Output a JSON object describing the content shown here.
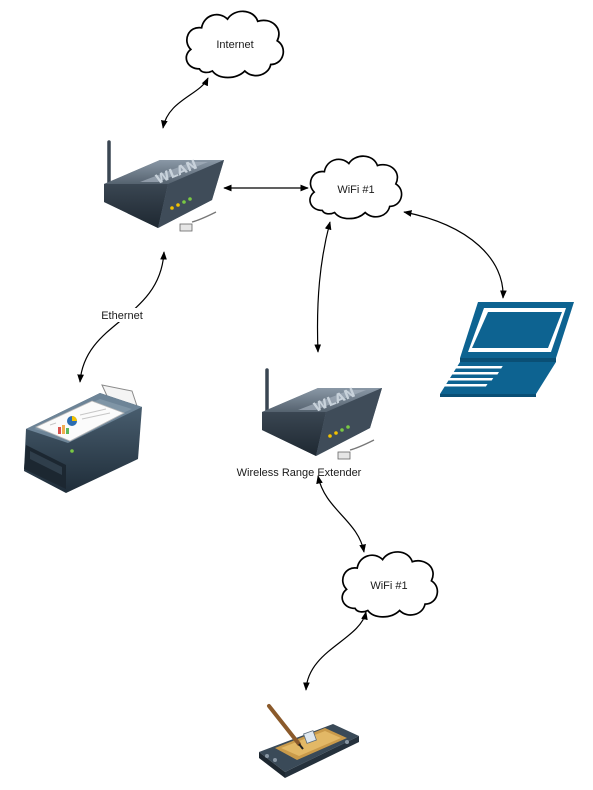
{
  "diagram": {
    "clouds": [
      {
        "id": "internet",
        "label": "Internet"
      },
      {
        "id": "wifi-top",
        "label": "WiFi #1"
      },
      {
        "id": "wifi-bottom",
        "label": "WiFi #1"
      }
    ],
    "devices": [
      {
        "id": "router",
        "label": "",
        "icon": "wlan-router-icon",
        "badge": "WLAN"
      },
      {
        "id": "extender",
        "label": "Wireless Range Extender",
        "icon": "wlan-router-icon",
        "badge": "WLAN"
      },
      {
        "id": "printer",
        "label": "",
        "icon": "printer-icon"
      },
      {
        "id": "laptop",
        "label": "",
        "icon": "laptop-icon"
      },
      {
        "id": "pda",
        "label": "",
        "icon": "pda-icon"
      }
    ],
    "connections": [
      {
        "from": "internet",
        "to": "router",
        "label": ""
      },
      {
        "from": "router",
        "to": "wifi-top",
        "label": ""
      },
      {
        "from": "router",
        "to": "printer",
        "label": "Ethernet"
      },
      {
        "from": "wifi-top",
        "to": "laptop",
        "label": ""
      },
      {
        "from": "wifi-top",
        "to": "extender",
        "label": ""
      },
      {
        "from": "extender",
        "to": "wifi-bottom",
        "label": ""
      },
      {
        "from": "wifi-bottom",
        "to": "pda",
        "label": ""
      }
    ],
    "colors": {
      "laptop": "#0d6391",
      "router_body": "#5b6b7c",
      "router_dark": "#2d3a48",
      "cloud_stroke": "#000000",
      "connector": "#000000"
    }
  }
}
